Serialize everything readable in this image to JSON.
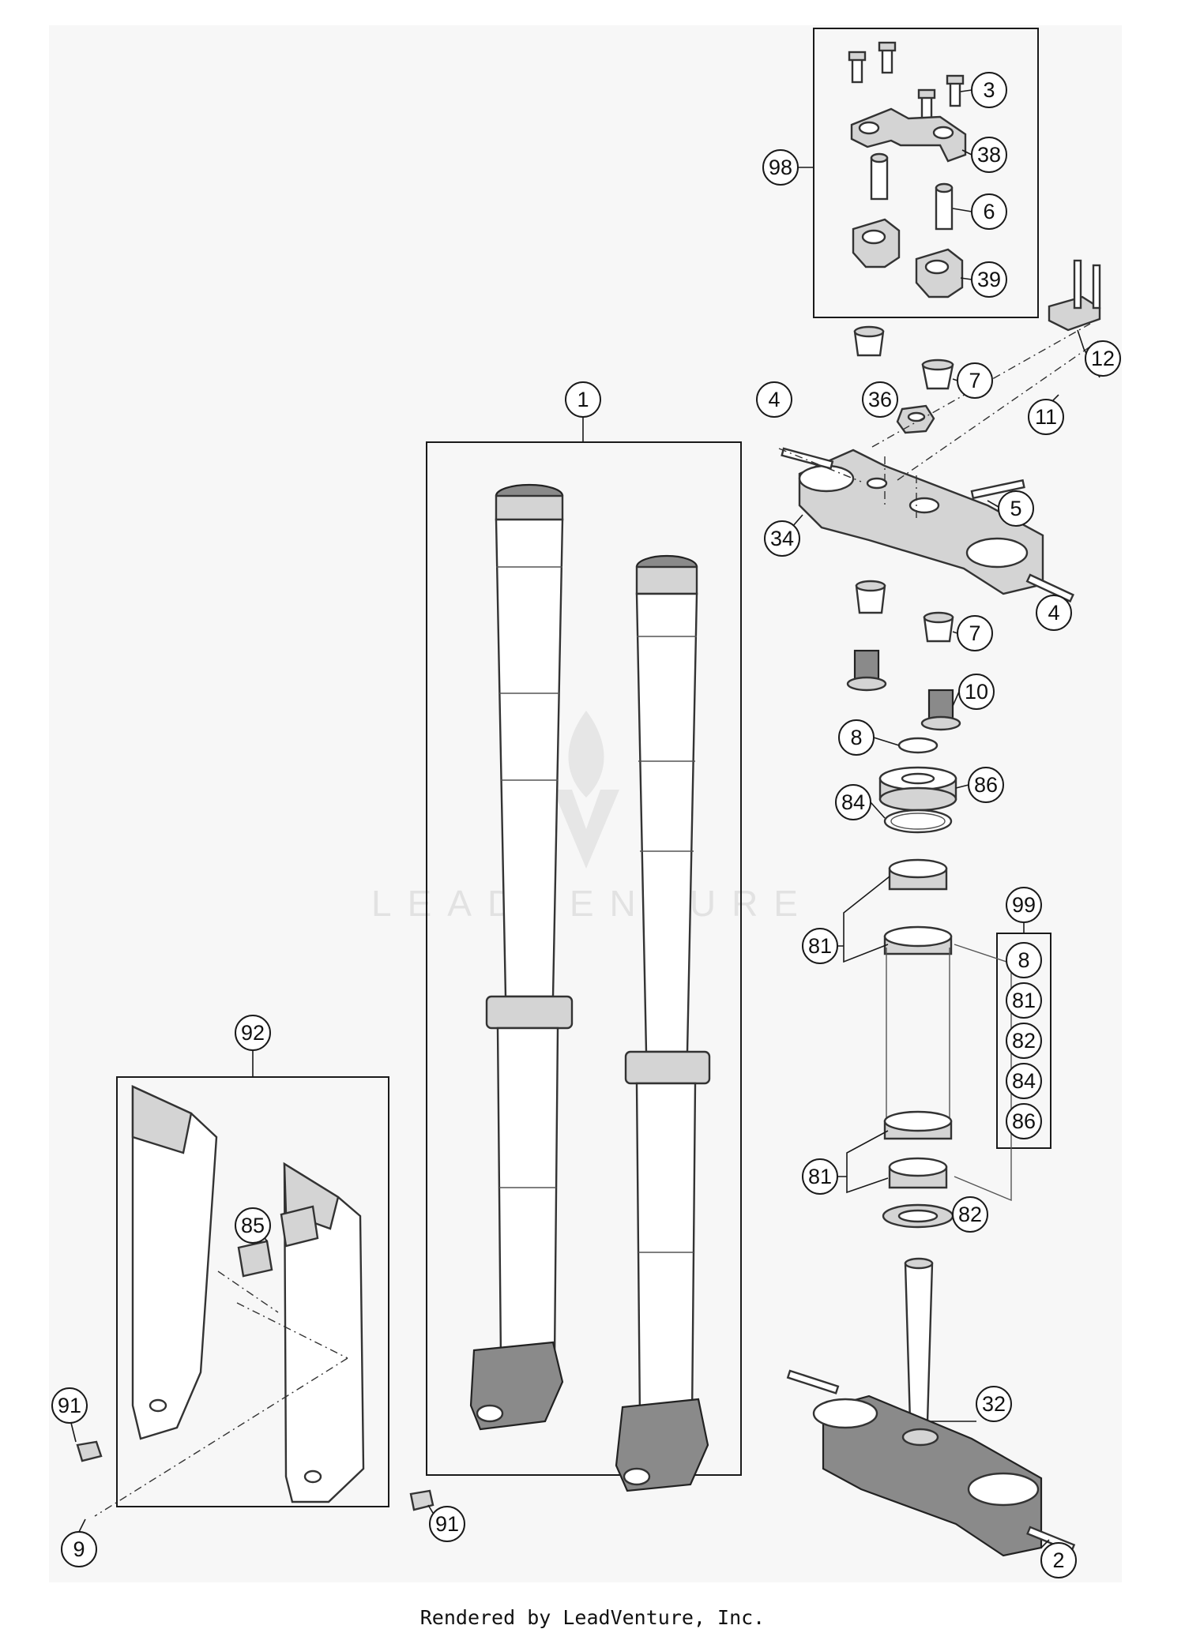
{
  "footer_text": "Rendered by LeadVenture, Inc.",
  "watermark_text": "LEADVENTURE",
  "callouts": {
    "c1": "1",
    "c2": "2",
    "c3": "3",
    "c4a": "4",
    "c4b": "4",
    "c5": "5",
    "c6": "6",
    "c7a": "7",
    "c7b": "7",
    "c8": "8",
    "c9": "9",
    "c10": "10",
    "c11": "11",
    "c12": "12",
    "c32": "32",
    "c34": "34",
    "c36": "36",
    "c38": "38",
    "c39": "39",
    "c81a": "81",
    "c81b": "81",
    "c82": "82",
    "c84": "84",
    "c85": "85",
    "c86": "86",
    "c91a": "91",
    "c91b": "91",
    "c92": "92",
    "c98": "98",
    "c99": "99"
  },
  "kit_99_items": [
    "8",
    "81",
    "82",
    "84",
    "86"
  ]
}
